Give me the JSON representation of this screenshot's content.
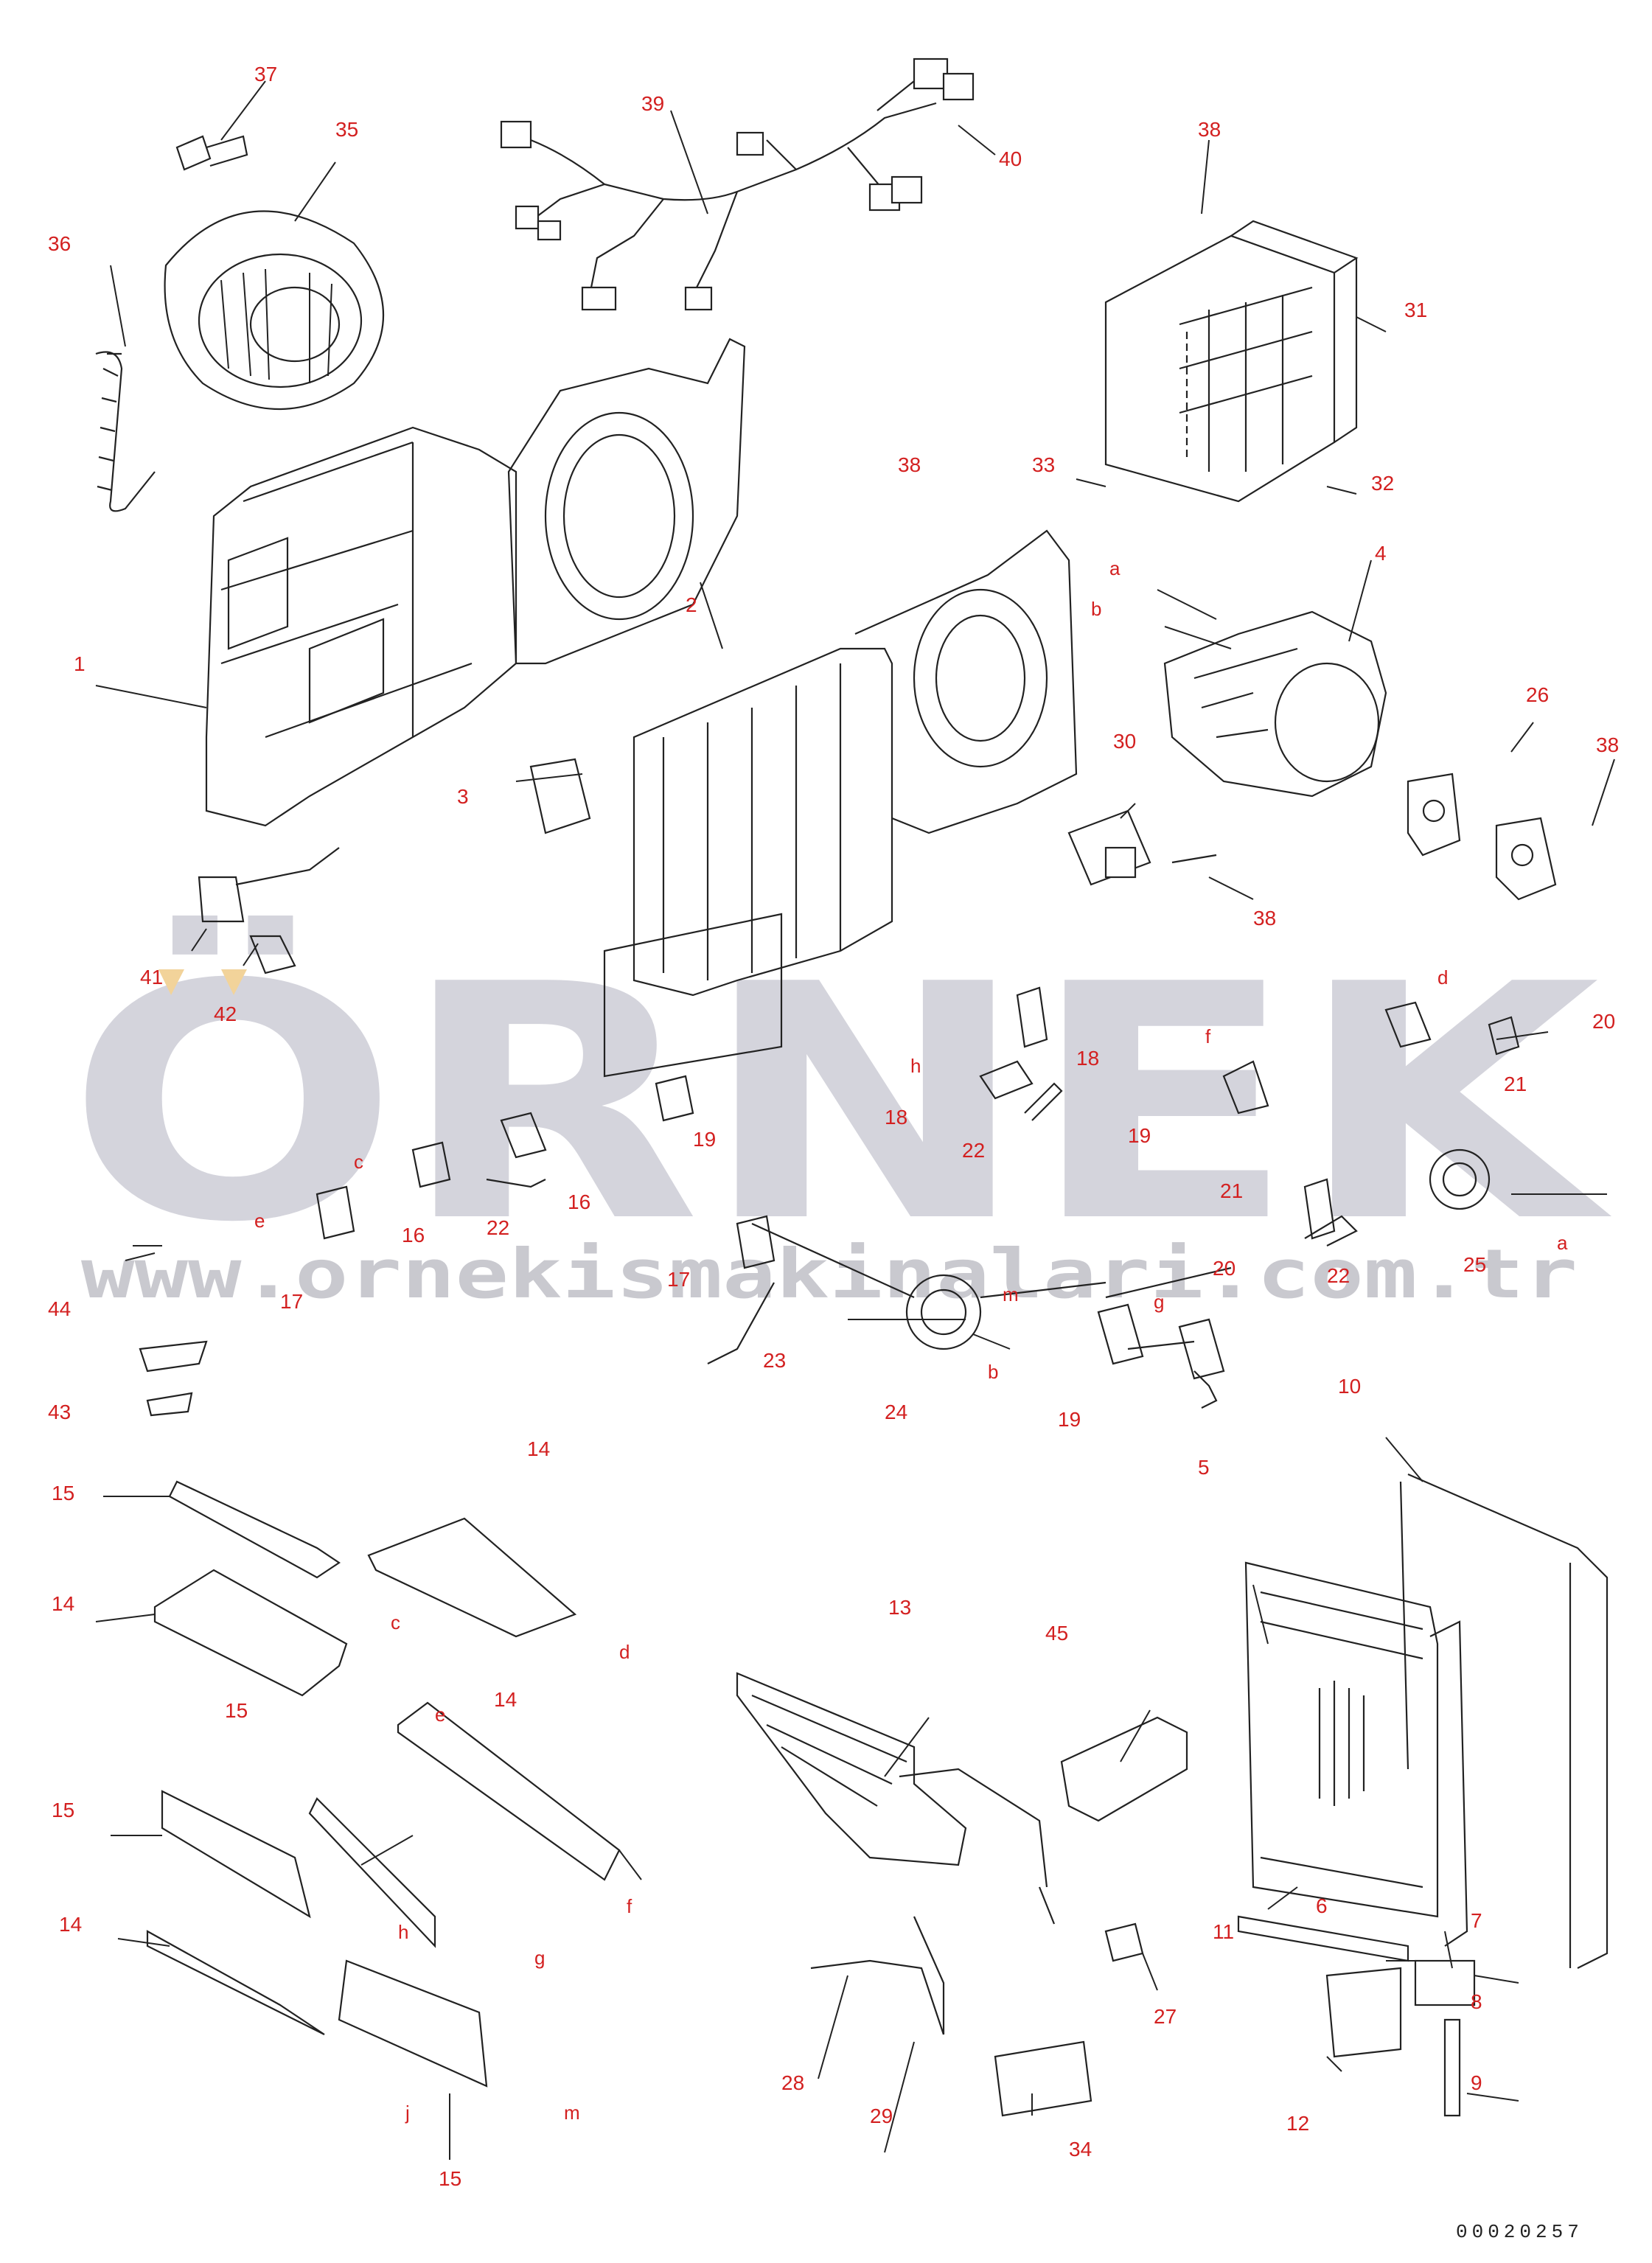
{
  "watermark": {
    "brand": "ÖRNEK",
    "url": "www.ornekismakinalari.com.tr"
  },
  "drawing_code": "00020257",
  "part_labels": [
    "1",
    "2",
    "3",
    "4",
    "5",
    "6",
    "7",
    "8",
    "9",
    "10",
    "11",
    "12",
    "13",
    "14",
    "15",
    "16",
    "17",
    "18",
    "19",
    "20",
    "21",
    "22",
    "23",
    "24",
    "25",
    "26",
    "27",
    "28",
    "29",
    "30",
    "31",
    "32",
    "33",
    "34",
    "35",
    "36",
    "37",
    "38",
    "39",
    "40",
    "41",
    "42",
    "43",
    "44",
    "45"
  ],
  "reference_letters": [
    "a",
    "b",
    "c",
    "d",
    "e",
    "f",
    "g",
    "h",
    "j",
    "m"
  ],
  "colors": {
    "label": "#d32020",
    "line": "#222222",
    "watermark": "#d4d4dc"
  }
}
